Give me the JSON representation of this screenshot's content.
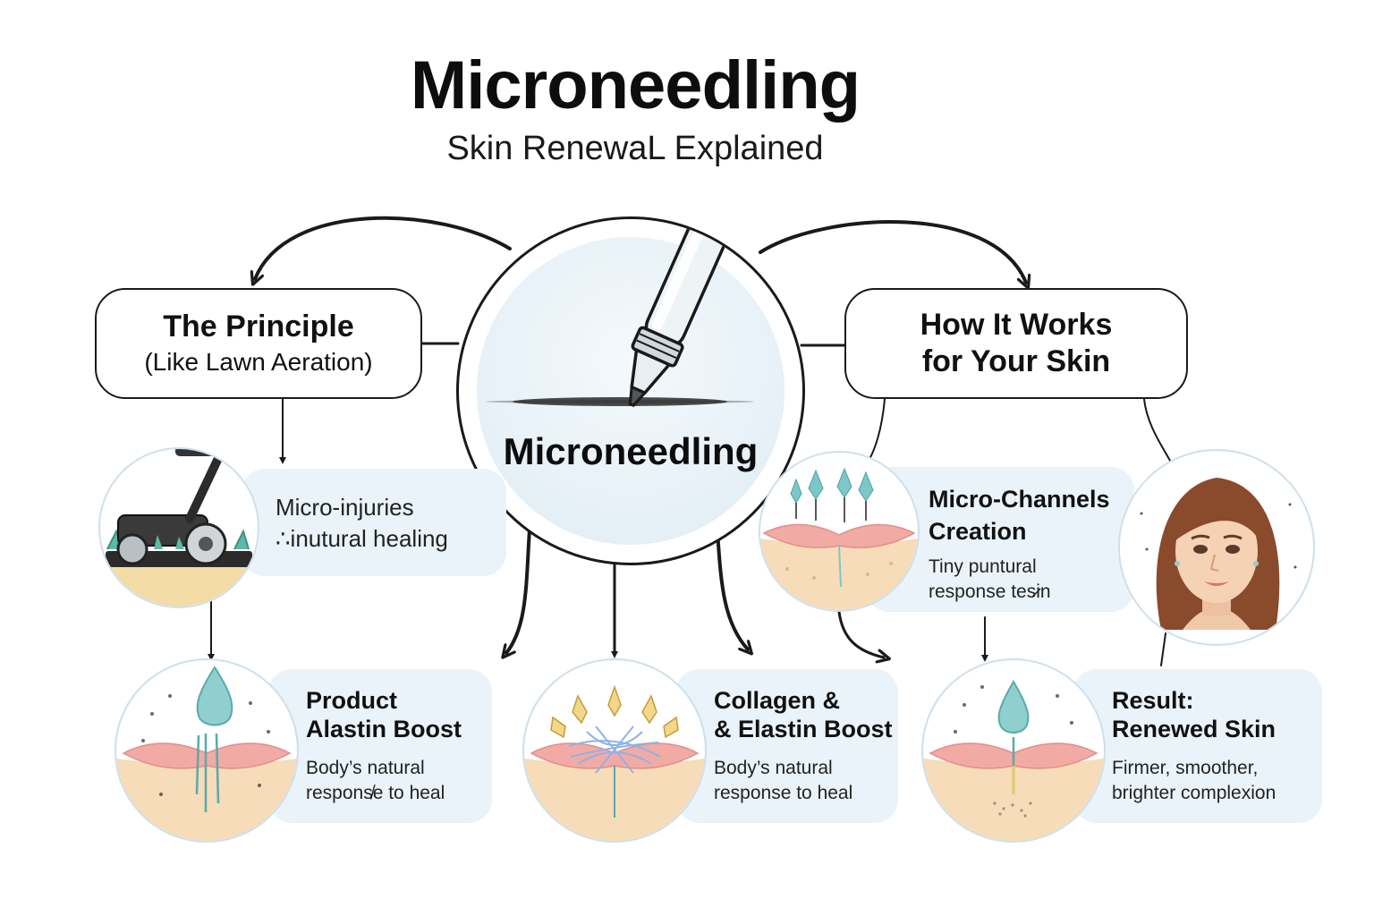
{
  "header": {
    "title": "Microneedling",
    "subtitle": "Skin RenewaL Explained"
  },
  "hub": {
    "label": "Microneedling",
    "icon": "microneedling-pen-icon"
  },
  "principle": {
    "title": "The Principle",
    "subtitle": "(Like Lawn Aeration)",
    "card": {
      "line1": "Micro-injuries",
      "line2": "∴inutural healing",
      "icon": "lawn-aerator-icon"
    }
  },
  "how": {
    "title_line1": "How It Works",
    "title_line2": "for Your Skin"
  },
  "channels": {
    "title_line1": "Micro-Channels",
    "title_line2": "Creation",
    "text_line1": "Tiny puntural",
    "text_line2": "response tes̷in",
    "icon": "skin-needles-icon"
  },
  "face": {
    "icon": "woman-face-icon"
  },
  "product": {
    "title_line1": "Product",
    "title_line2": "Alastin Boost",
    "text_line1": "Body’s natural",
    "text_line2": "respons̸e to heal",
    "icon": "serum-drop-icon"
  },
  "collagen": {
    "title_line1": "Collagen &",
    "title_line2": "& Elastin Boost",
    "text_line1": "Body’s natural",
    "text_line2": "response to heal",
    "icon": "collagen-fibers-icon"
  },
  "result": {
    "title_line1": "Result:",
    "title_line2": "Renewed Skin",
    "text_line1": "Firmer, smoother,",
    "text_line2": "brighter complexion",
    "icon": "renewed-skin-icon"
  },
  "colors": {
    "ink": "#1a1a1a",
    "panel": "#eaf3f9",
    "teal": "#7cc7c9",
    "skin": "#f6d9b4",
    "lip": "#f2a9a3"
  }
}
